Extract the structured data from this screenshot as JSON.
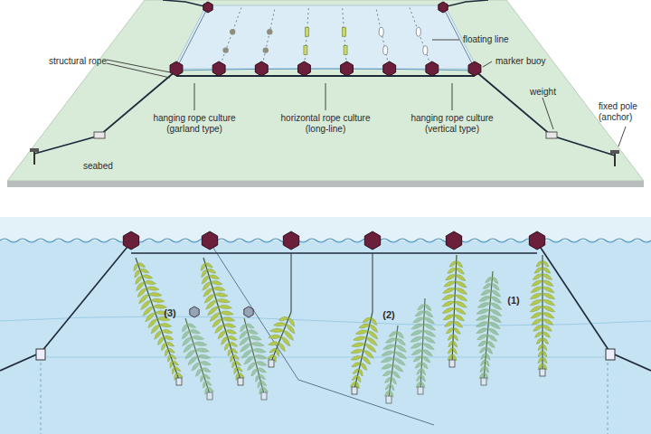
{
  "diagram": {
    "labels": [
      "structural rope",
      "floating line",
      "marker buoy",
      "weight",
      "fixed pole (anchor)",
      "seabed",
      "hanging rope culture (garland type)",
      "horizontal rope culture (long-line)",
      "hanging rope culture (vertical type)",
      "(3)",
      "(2)",
      "(1)"
    ]
  }
}
